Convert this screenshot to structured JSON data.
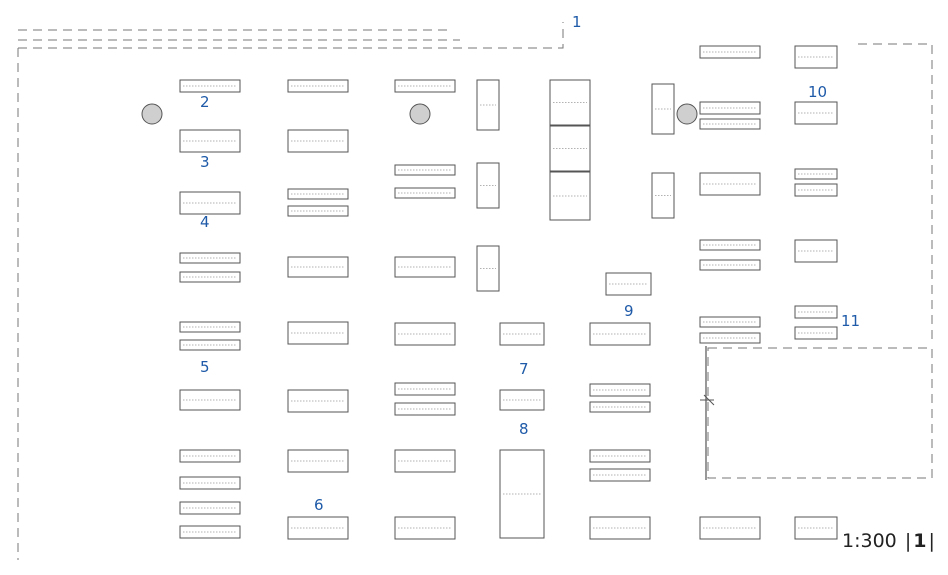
{
  "plan": {
    "labels": [
      "1",
      "2",
      "3",
      "4",
      "5",
      "6",
      "7",
      "8",
      "9",
      "10",
      "11"
    ],
    "scale": {
      "ratio": "1:300",
      "sheet": "1"
    }
  }
}
